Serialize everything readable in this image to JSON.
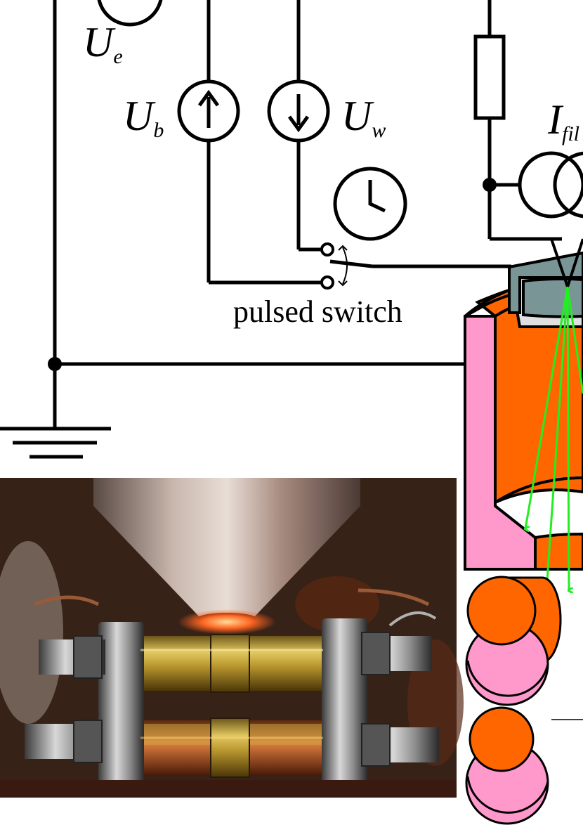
{
  "labels": {
    "ue_main": "U",
    "ue_sub": "e",
    "ub_main": "U",
    "ub_sub": "b",
    "uw_main": "U",
    "uw_sub": "w",
    "ifil_main": "I",
    "ifil_sub": "fil",
    "pulsed_switch": "pulsed switch"
  },
  "colors": {
    "wire": "#000000",
    "beam": "#22ee22",
    "cathode_orange": "#ff6600",
    "insulator_pink": "#ff99cc",
    "filament_gray": "#7a9596",
    "ceramic_light": "#e0e0e0"
  },
  "icons": [
    "voltage-source-up-icon",
    "voltage-source-down-icon",
    "clock-icon",
    "current-source-icon",
    "ground-icon",
    "resistor-icon"
  ],
  "photo": "photograph of electron gun cone above two pairs of brass rollers"
}
